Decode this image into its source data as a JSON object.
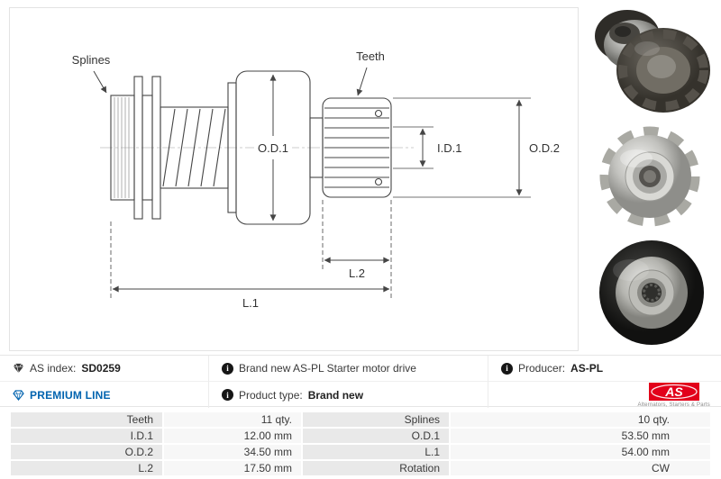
{
  "diagram": {
    "labels": {
      "splines": "Splines",
      "teeth": "Teeth",
      "od1": "O.D.1",
      "id1": "I.D.1",
      "od2": "O.D.2",
      "l1": "L.1",
      "l2": "L.2"
    }
  },
  "info": {
    "as_index_label": "AS index:",
    "as_index_value": "SD0259",
    "premium_line_label": "PREMIUM LINE",
    "description": "Brand new AS-PL Starter motor drive",
    "product_type_label": "Product type:",
    "product_type_value": "Brand new",
    "producer_label": "Producer:",
    "producer_value": "AS-PL",
    "info_icon_glyph": "i",
    "logo_text": "AS",
    "logo_tagline": "Alternators, Starters & Parts"
  },
  "specs": {
    "rows": [
      {
        "label1": "Teeth",
        "value1": "11 qty.",
        "label2": "Splines",
        "value2": "10 qty."
      },
      {
        "label1": "I.D.1",
        "value1": "12.00 mm",
        "label2": "O.D.1",
        "value2": "53.50 mm"
      },
      {
        "label1": "O.D.2",
        "value1": "34.50 mm",
        "label2": "L.1",
        "value2": "54.00 mm"
      },
      {
        "label1": "L.2",
        "value1": "17.50 mm",
        "label2": "Rotation",
        "value2": "CW"
      }
    ]
  },
  "colors": {
    "premium_blue": "#0063af",
    "logo_red": "#e2001a",
    "table_label_bg": "#e9e9e9",
    "table_value_bg": "#f7f7f7"
  }
}
